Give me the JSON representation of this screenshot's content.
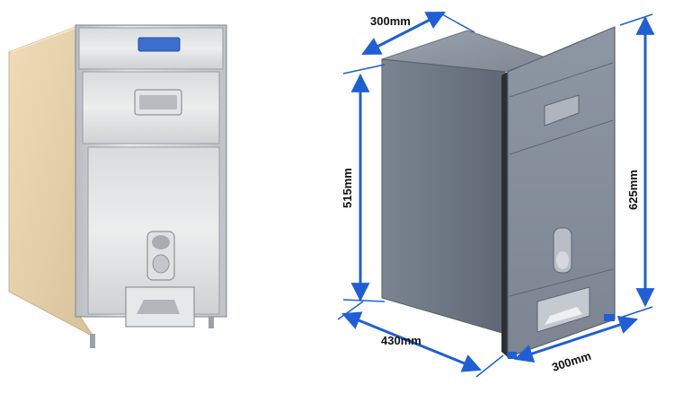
{
  "dimensions": {
    "depth_top": "300mm",
    "height_body": "515mm",
    "height_front": "625mm",
    "depth_bottom": "430mm",
    "width_bottom": "300mm"
  },
  "colors": {
    "dimension_line": "#1f5fd6",
    "steel": "#c9ccd0",
    "cabinet_wood": "#e6d2ad",
    "body_side": "#6f7986",
    "body_front": "#8a94a0",
    "label_blue": "#3b6fd0"
  }
}
